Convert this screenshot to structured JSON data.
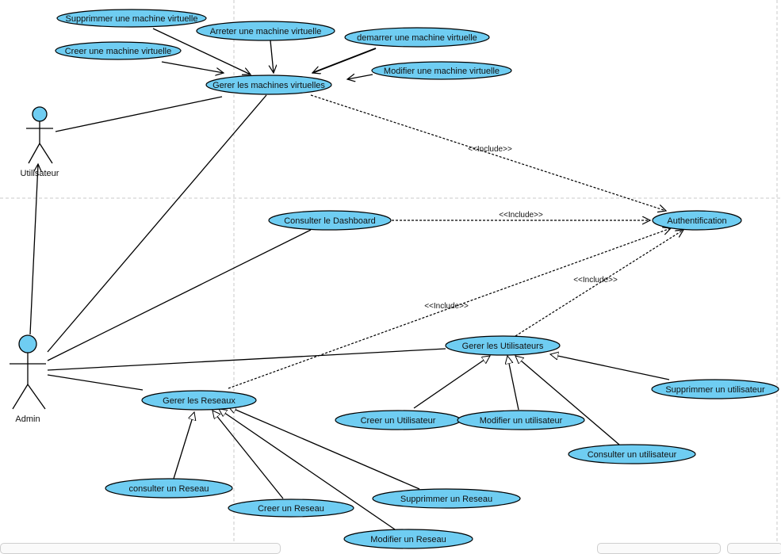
{
  "colors": {
    "usecase_fill": "#6fcdf2",
    "stroke": "#000000",
    "grid": "#c8c8c8",
    "actor_fill": "#6fcdf2"
  },
  "actors": {
    "utilisateur": {
      "label": "Utilisateur"
    },
    "admin": {
      "label": "Admin"
    }
  },
  "usecases": {
    "supprimer_vm": "Supprimmer une machine virtuelle",
    "arreter_vm": "Arreter une machine virtuelle",
    "creer_vm": "Creer une machine virtuelle",
    "demarrer_vm": "demarrer une machine virtuelle",
    "modifier_vm": "Modifier une machine virtuelle",
    "gerer_vm": "Gerer les machines virtuelles",
    "dashboard": "Consulter le Dashboard",
    "auth": "Authentification",
    "gerer_users": "Gerer les Utilisateurs",
    "supprimer_user": "Supprimmer un utilisateur",
    "creer_user": "Creer un Utilisateur",
    "modifier_user": "Modifier un utilisateur",
    "consulter_user": "Consulter un utilisateur",
    "gerer_reseaux": "Gerer les Reseaux",
    "consulter_reseau": "consulter un Reseau",
    "creer_reseau": "Creer un Reseau",
    "supprimer_reseau": "Supprimmer un Reseau",
    "modifier_reseau": "Modifier un Reseau"
  },
  "relations": {
    "include_vm_auth": "<<Include>>",
    "include_dashboard_auth": "<<Include>>",
    "include_reseaux_auth": "<<Include>>",
    "include_users_auth": "<<Include>>"
  }
}
